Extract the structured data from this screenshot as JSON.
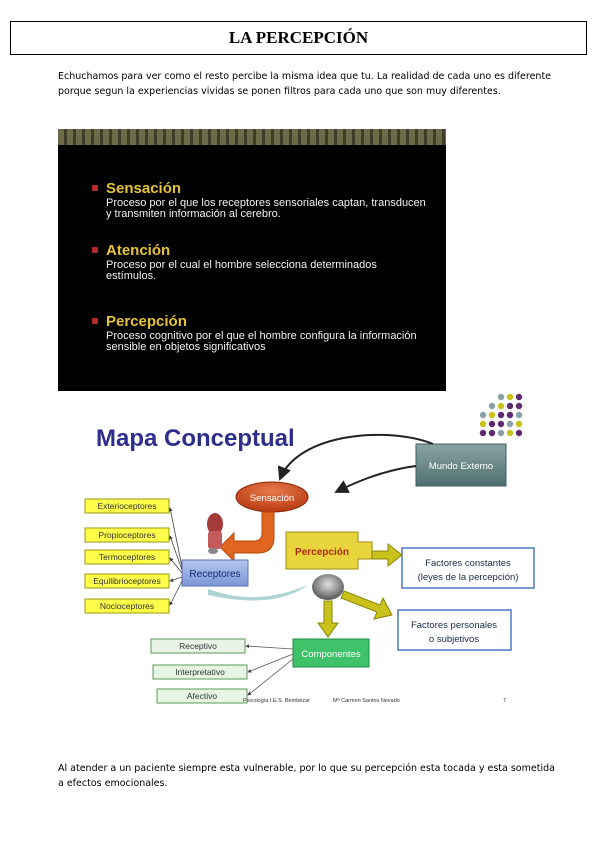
{
  "title": "LA PERCEPCIÓN",
  "intro": "Echuchamos para ver como el resto percibe la misma idea que tu. La realidad de cada uno es diferente porque segun la experiencias vividas se ponen filtros para cada uno que son muy diferentes.",
  "slide": {
    "items": [
      {
        "heading": "Sensación",
        "text": "Proceso por el que los receptores sensoriales captan, transducen y transmiten información  al cerebro."
      },
      {
        "heading": "Atención",
        "text": "Proceso por el cual el hombre selecciona determinados estímulos."
      },
      {
        "heading": "Percepción",
        "text": "Proceso cognitivo por el que el hombre configura la información sensible en objetos significativos"
      }
    ]
  },
  "map": {
    "title": "Mapa Conceptual",
    "mundo": "Mundo Externo",
    "sensacion": "Sensación",
    "percepcion": "Percepción",
    "receptores": "Receptores",
    "componentes": "Componentes",
    "receptor_types": [
      "Exterioceptores",
      "Propioceptores",
      "Termoceptores",
      "Equilibrioceptores",
      "Nocioceptores"
    ],
    "componentes_types": [
      "Receptivo",
      "Interpretativo",
      "Afectivo"
    ],
    "factores_constantes": [
      "Factores constantes",
      "(leyes de la percepción)"
    ],
    "factores_personales": [
      "Factores personales",
      "o subjetivos"
    ],
    "footer_left": "Psicología  I.E.S. Bembézar",
    "footer_mid": "Mª Carmen Santos Nevado",
    "footer_page": "7"
  },
  "closing": "Al atender a un paciente siempre esta vulnerable, por lo que su percepción esta tocada y esta sometida a efectos emocionales."
}
